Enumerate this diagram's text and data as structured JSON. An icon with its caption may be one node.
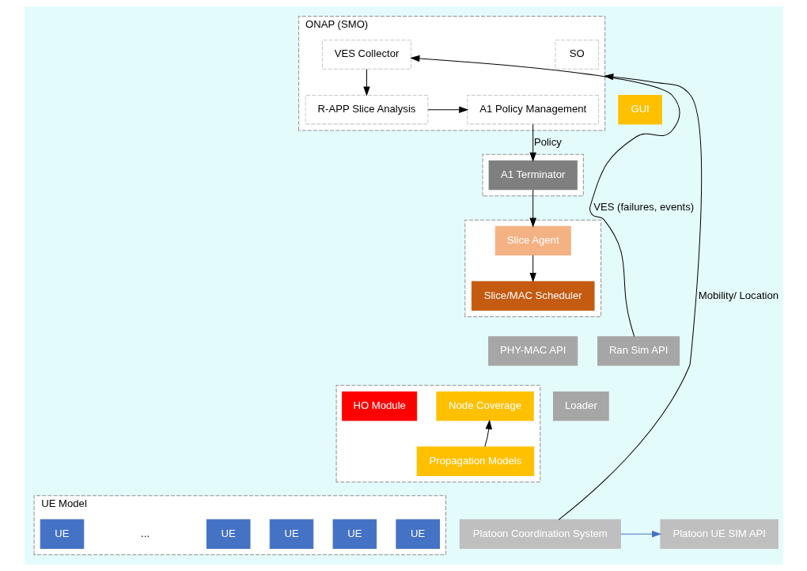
{
  "diagram": {
    "nodes": [
      {
        "text": [
          "ONAP (SMO)"
        ]
      },
      {
        "text": [
          "VES Collector"
        ],
        "in": 0
      },
      {
        "text": [
          "SO"
        ],
        "in": 0
      },
      {
        "text": [
          "R-APP Slice Analysis"
        ],
        "in": 0
      },
      {
        "text": [
          "A1 Policy Management"
        ],
        "in": 0
      },
      {
        "text": [
          "GUI"
        ]
      },
      {
        "text": [],
        "shape": "box"
      },
      {
        "text": [
          "A1 Terminator"
        ],
        "in": 6
      },
      {
        "text": [],
        "shape": "box"
      },
      {
        "text": [
          "Slice Agent"
        ],
        "in": 8
      },
      {
        "text": [
          "Slice/MAC Scheduler"
        ],
        "in": 8
      },
      {
        "text": [
          "Ran Sim API"
        ]
      },
      {
        "text": [
          "PHY-MAC API"
        ]
      },
      {
        "text": [],
        "shape": "box"
      },
      {
        "text": [
          "Node Coverage"
        ],
        "in": 13
      },
      {
        "text": [
          "Propagation Models"
        ],
        "in": 13
      },
      {
        "text": [
          "HO Module"
        ],
        "in": 13
      },
      {
        "text": [
          "Loader"
        ]
      },
      {
        "text": [
          "UE Model"
        ]
      },
      {
        "text": [
          "UE"
        ],
        "in": 18
      },
      {
        "text": [
          "UE"
        ],
        "in": 18
      },
      {
        "text": [
          "UE"
        ],
        "in": 18
      },
      {
        "text": [
          "UE"
        ],
        "in": 18
      },
      {
        "text": [
          "UE"
        ],
        "in": 18
      },
      {
        "text": [
          "Platoon Coordination System"
        ]
      },
      {
        "text": [
          "Platoon UE SIM API"
        ]
      }
    ],
    "edges": [
      {
        "from": 24,
        "to": 0,
        "arrow": "to",
        "label": "Mobility/ Location"
      },
      {
        "from": 11,
        "to": 1,
        "arrow": "to",
        "label": "VES (failures, events)"
      },
      {
        "from": 1,
        "to": 3,
        "arrow": "to"
      },
      {
        "from": 3,
        "to": 4,
        "arrow": "to"
      },
      {
        "from": 4,
        "to": 7,
        "arrow": "to",
        "label": "Policy"
      },
      {
        "from": 7,
        "to": 9,
        "arrow": "to"
      },
      {
        "from": 9,
        "to": 10,
        "arrow": "to"
      },
      {
        "from": 15,
        "to": 14,
        "arrow": "to"
      },
      {
        "from": 24,
        "to": 25,
        "arrow": "to",
        "color": "#4472c4"
      }
    ],
    "labels": [
      "..."
    ]
  }
}
